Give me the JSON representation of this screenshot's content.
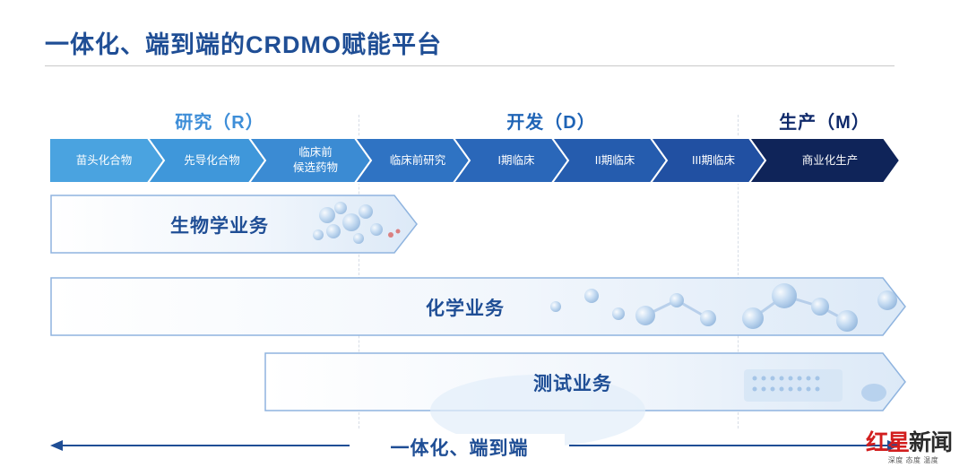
{
  "title": "一体化、端到端的CRDMO赋能平台",
  "phases": {
    "research": "研究（R）",
    "development": "开发（D）",
    "production": "生产（M）"
  },
  "stages": [
    {
      "label": "苗头化合物",
      "color": "#4aa3e0"
    },
    {
      "label": "先导化合物",
      "color": "#3f97da"
    },
    {
      "label": "临床前\n候选药物",
      "color": "#3b8bd3"
    },
    {
      "label": "临床前研究",
      "color": "#2f73c3"
    },
    {
      "label": "I期临床",
      "color": "#2a67b9"
    },
    {
      "label": "II期临床",
      "color": "#255cae"
    },
    {
      "label": "III期临床",
      "color": "#2150a2"
    },
    {
      "label": "商业化生产",
      "color": "#0f2459"
    }
  ],
  "businesses": [
    {
      "label": "生物学业务"
    },
    {
      "label": "化学业务"
    },
    {
      "label": "测试业务"
    }
  ],
  "bottom": {
    "label": "一体化、端到端"
  },
  "colors": {
    "title": "#1f4e95",
    "business_fill": "#eaf2fb",
    "business_border": "#8fb4df",
    "arrow_line": "#1f4e95"
  },
  "logo": {
    "main_a": "红星",
    "main_b": "新闻",
    "sub": "深度 态度 温度"
  }
}
